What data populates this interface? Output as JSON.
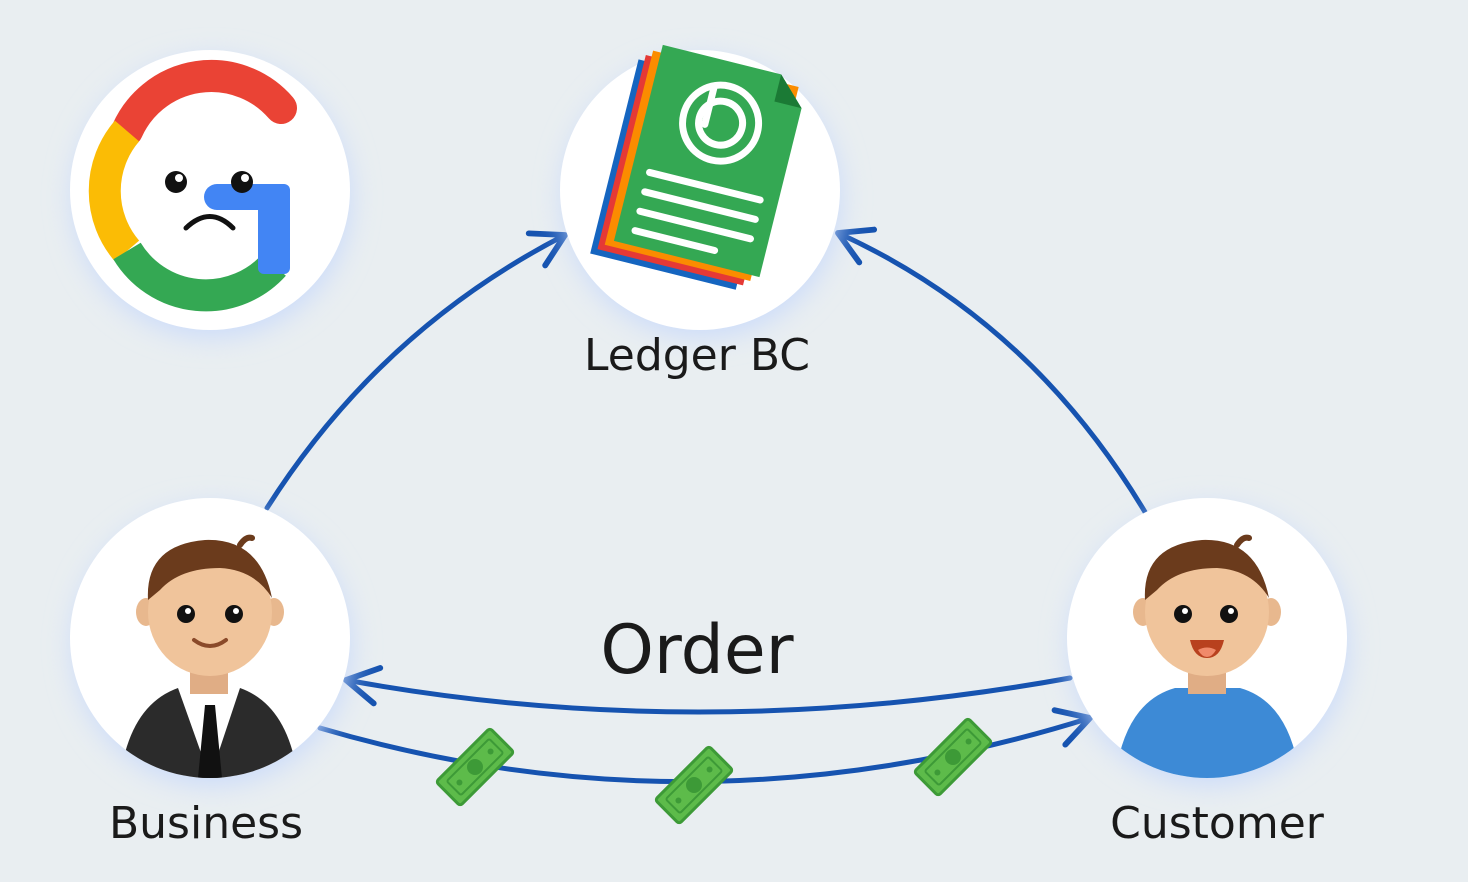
{
  "nodes": {
    "google": {
      "icon": "sad-google-g-icon"
    },
    "ledger": {
      "label": "Ledger BC",
      "icon": "ledger-document-icon"
    },
    "business": {
      "label": "Business",
      "icon": "businessman-avatar-icon"
    },
    "customer": {
      "label": "Customer",
      "icon": "customer-avatar-icon"
    }
  },
  "edges": {
    "order": {
      "label": "Order"
    },
    "payment": {
      "icon": "money-bill-icon",
      "bill_count": 3
    }
  },
  "colors": {
    "background": "#e9eef1",
    "arrow": "#1653b0",
    "google_red": "#ea4335",
    "google_yellow": "#fbbc05",
    "google_green": "#34a853",
    "google_blue": "#4285f4",
    "money": "#5dbb4a"
  }
}
